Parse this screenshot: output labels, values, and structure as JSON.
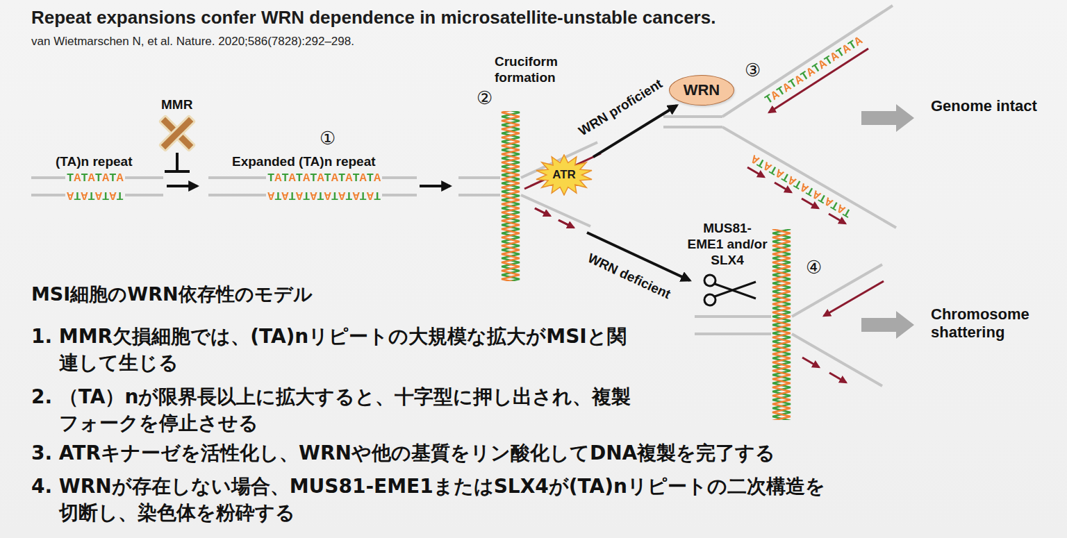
{
  "diagram": {
    "title": "Repeat expansions confer WRN dependence in microsatellite-unstable cancers.",
    "nodes": [
      {
        "text": [
          "ATR"
        ]
      },
      {
        "text": [
          "WRN"
        ]
      }
    ],
    "edges": [
      {
        "from": 0,
        "to": 1,
        "arrow": "to",
        "label": "WRN proficient"
      }
    ],
    "labels": [
      "van Wietmarschen N, et al. Nature. 2020;586(7828):292–298.",
      "MMR",
      "(TA)n repeat",
      "TATATATA",
      "TATATATA",
      "①",
      "Expanded (TA)n repeat",
      "TATATATATATATATA",
      "TATATATATATATATA",
      "Cruciform formation",
      "②",
      "WRN deficient",
      "③",
      "TATATATATATATATA",
      "TATATATATATATATA",
      "Genome intact",
      "MUS81-EME1 and/or SLX4",
      "④",
      "Chromosome shattering",
      "MSI細胞のWRN依存性のモデル",
      "1. MMR欠損細胞では、(TA)nリピートの大規模な拡大がMSIと関連して生じる",
      "2. （TA）nが限界長以上に拡大すると、十字型に押し出され、複製フォークを停止させる",
      "3. ATRキナーゼを活性化し、WRNや他の基質をリン酸化してDNA複製を完了する",
      "4. WRNが存在しない場合、MUS81-EME1またはSLX4が(TA)nリピートの二次構造を切断し、染色体を粉砕する"
    ]
  }
}
